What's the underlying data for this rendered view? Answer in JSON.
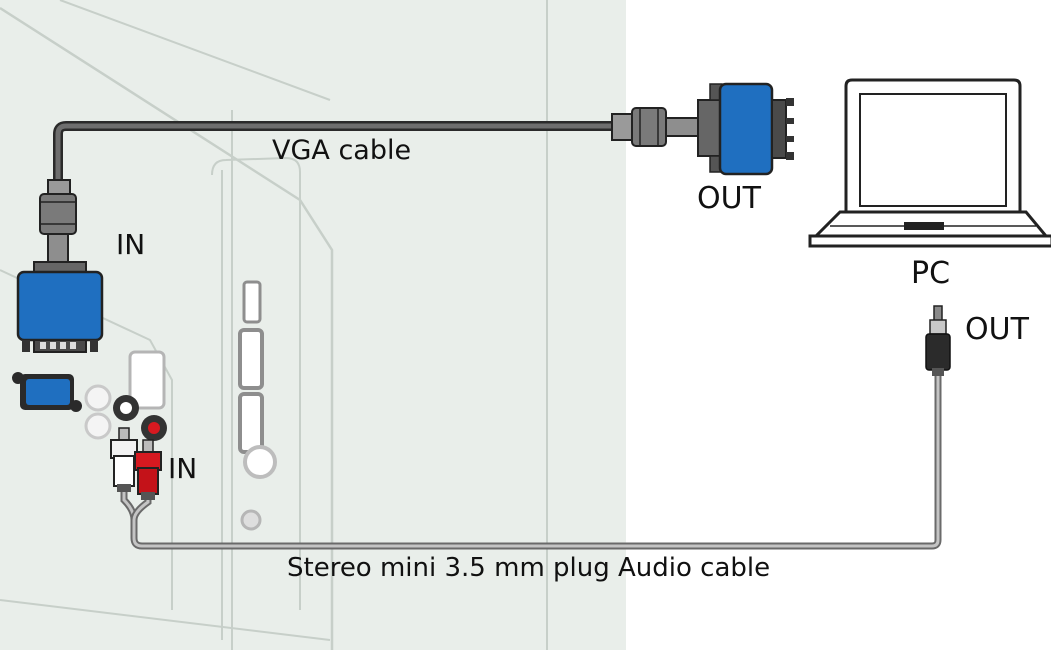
{
  "labels": {
    "vga_cable": "VGA cable",
    "vga_in": "IN",
    "audio_in": "IN",
    "vga_out": "OUT",
    "pc": "PC",
    "audio_out": "OUT",
    "audio_cable": "Stereo mini 3.5 mm plug Audio cable"
  },
  "colors": {
    "tv_panel": "#e9eeea",
    "tv_outline": "#c7cfc9",
    "vga_connector": "#1f6fc0",
    "cable": "#5a5a5a",
    "audio_cable": "#8d8d8d",
    "rca_red": "#d71920",
    "rca_white": "#f2f2f2"
  }
}
